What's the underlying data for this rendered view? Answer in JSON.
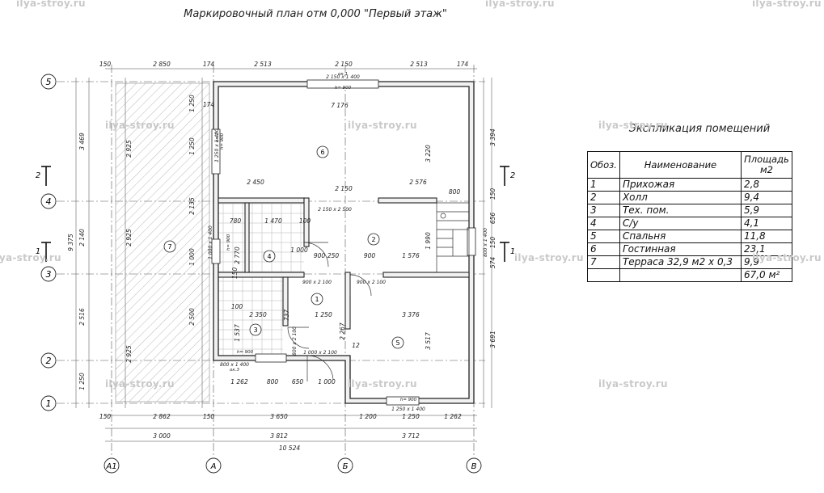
{
  "title": "Маркировочный план отм 0,000 \"Первый этаж\"",
  "watermark": "ilya-stroy.ru",
  "explication": {
    "title": "Экспликация помещений",
    "headers": [
      "Обоз.",
      "Наименование",
      "Площадь м2"
    ],
    "rows": [
      {
        "id": "1",
        "name": "Прихожая",
        "area": "2,8"
      },
      {
        "id": "2",
        "name": "Холл",
        "area": "9,4"
      },
      {
        "id": "3",
        "name": "Тех. пом.",
        "area": "5,9"
      },
      {
        "id": "4",
        "name": "С/у",
        "area": "4,1"
      },
      {
        "id": "5",
        "name": "Спальня",
        "area": "11,8"
      },
      {
        "id": "6",
        "name": "Гостинная",
        "area": "23,1"
      },
      {
        "id": "7",
        "name": "Терраса 32,9 м2 x 0,3",
        "area": "9,9"
      }
    ],
    "total": "67,0 м²"
  },
  "axes": {
    "rows": [
      "5",
      "4",
      "3",
      "2",
      "1"
    ],
    "cols": [
      "А1",
      "А",
      "Б",
      "В"
    ]
  },
  "section_marks": [
    "2",
    "2",
    "1",
    "1"
  ],
  "room_marks": [
    "6",
    "7",
    "4",
    "2",
    "1",
    "3",
    "5"
  ],
  "dims": {
    "top": [
      "150",
      "2 850",
      "174",
      "2 513",
      "2 150",
      "2 513",
      "174"
    ],
    "bottom_row1": [
      "150",
      "2 862",
      "150",
      "3 650",
      "1 200",
      "1 250",
      "1 262"
    ],
    "bottom_row2": [
      "3 000",
      "3 812",
      "3 712"
    ],
    "bottom_total": "10 524",
    "left_outer": [
      "3 469",
      "2 140",
      "2 516",
      "1 250"
    ],
    "left_total": "9 375",
    "left_inner": [
      "2 925",
      "2 925",
      "2 925"
    ],
    "right_outer": [
      "3 394",
      "150",
      "656",
      "150",
      "574",
      "3 691"
    ],
    "interior": [
      "7 176",
      "3 220",
      "2 450",
      "2 150",
      "2 576",
      "800",
      "1 250",
      "1 250",
      "2 135",
      "1 000",
      "2 500",
      "780",
      "1 470",
      "2 770",
      "100",
      "900",
      "250",
      "900",
      "1 576",
      "1 990",
      "2 350",
      "737",
      "1 537",
      "1 250",
      "3 376",
      "3 517",
      "2 267",
      "1 262",
      "800",
      "650",
      "1 000",
      "12",
      "174",
      "100",
      "150",
      "1 000"
    ],
    "openings": [
      "2 150 x 1 400",
      "1 250 x 1 400",
      "900 x 2 100",
      "900 x 2 100",
      "1 000 x 2 100",
      "800 x 2 100",
      "2 150 x 2 500",
      "1 250 x 1 400",
      "800 x 1 400",
      "1 000 x 1 400",
      "800 x 1 400",
      "ок.1",
      "ок.2",
      "ок.3",
      "h= 900",
      "h= 900",
      "h= 900",
      "h= 900",
      "h= 900"
    ]
  }
}
